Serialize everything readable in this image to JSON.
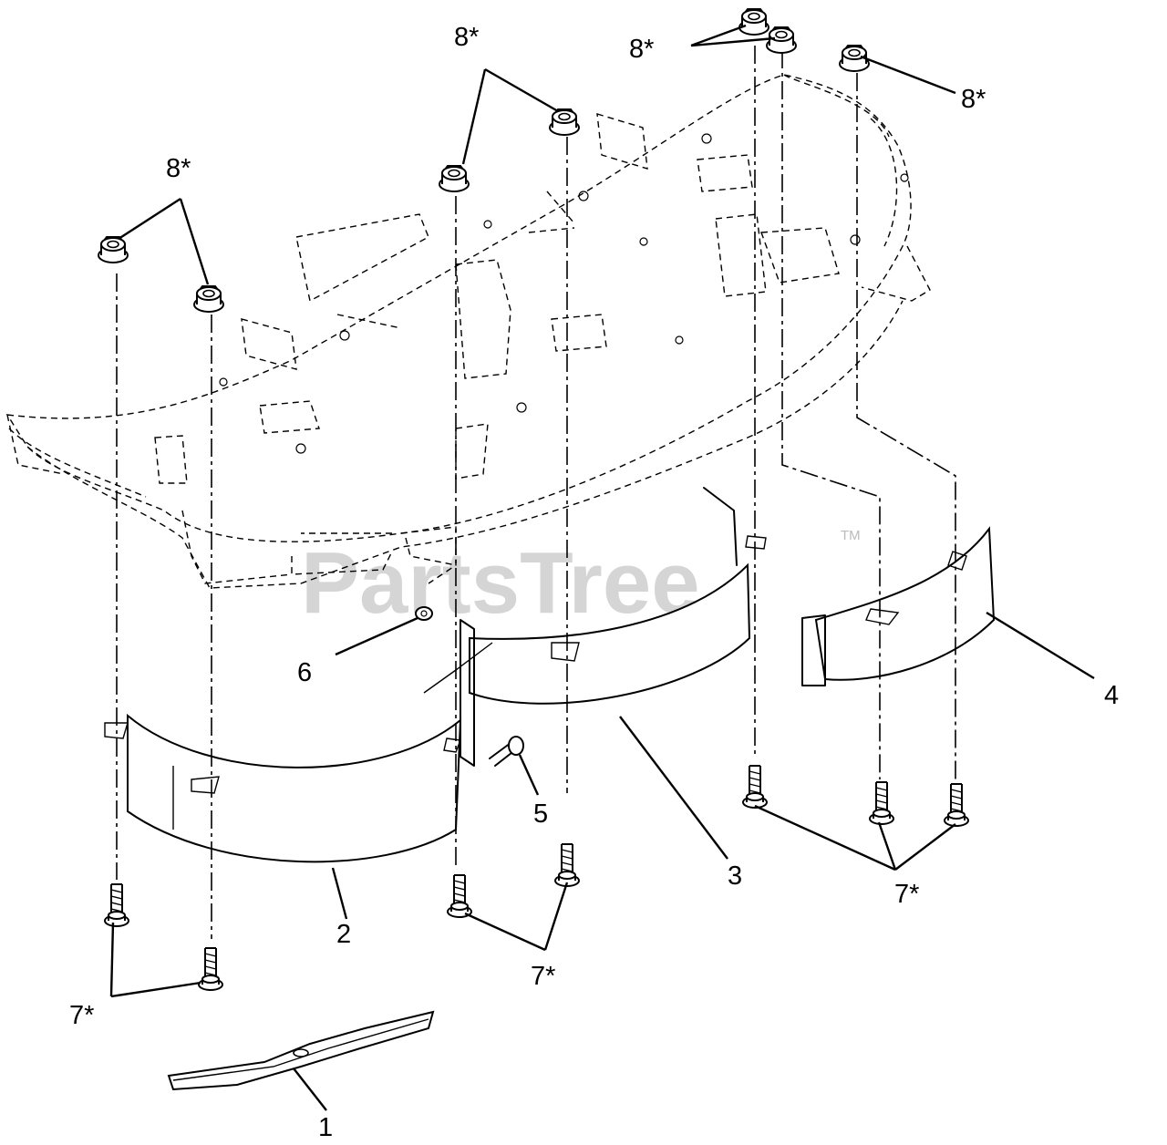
{
  "watermark": {
    "text": "PartsTree",
    "trademark": "TM"
  },
  "callouts": {
    "c1": "1",
    "c2": "2",
    "c3": "3",
    "c4": "4",
    "c5": "5",
    "c6": "6",
    "c7a": "7*",
    "c7b": "7*",
    "c7c": "7*",
    "c8a": "8*",
    "c8b": "8*",
    "c8c": "8*",
    "c8d": "8*"
  }
}
